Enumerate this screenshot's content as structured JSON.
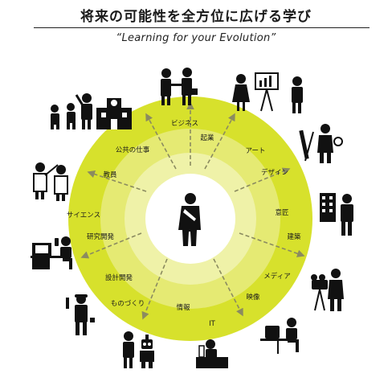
{
  "header": {
    "title": "将来の可能性を全方位に広げる学び",
    "subtitle": "“Learning for your Evolution”"
  },
  "colors": {
    "outer_ring": "#d7e12c",
    "ring_2": "#e5ea73",
    "ring_3": "#eff2a8",
    "inner": "#ffffff",
    "arrow": "#8b8b60",
    "figure": "#111111"
  },
  "labels": {
    "business": "ビジネス",
    "kigyo": "起業",
    "public_work": "公共の仕事",
    "art": "アート",
    "design": "デザイン",
    "teacher": "教員",
    "science": "サイエンス",
    "takumi": "意匠",
    "research_dev": "研究開発",
    "architecture": "建築",
    "design_dev": "設計開発",
    "media": "メディア",
    "monozukuri": "ものづくり",
    "video": "映像",
    "info": "情報",
    "it": "IT"
  },
  "icons": [
    "handshake-icon",
    "presentation-icon",
    "school-teacher-icon",
    "painter-icon",
    "scientists-icon",
    "building-icon",
    "researcher-desk-icon",
    "camera-operator-icon",
    "worker-icon",
    "laptop-worker-icon",
    "robot-engineer-icon",
    "computer-user-icon",
    "student-figure-icon"
  ]
}
